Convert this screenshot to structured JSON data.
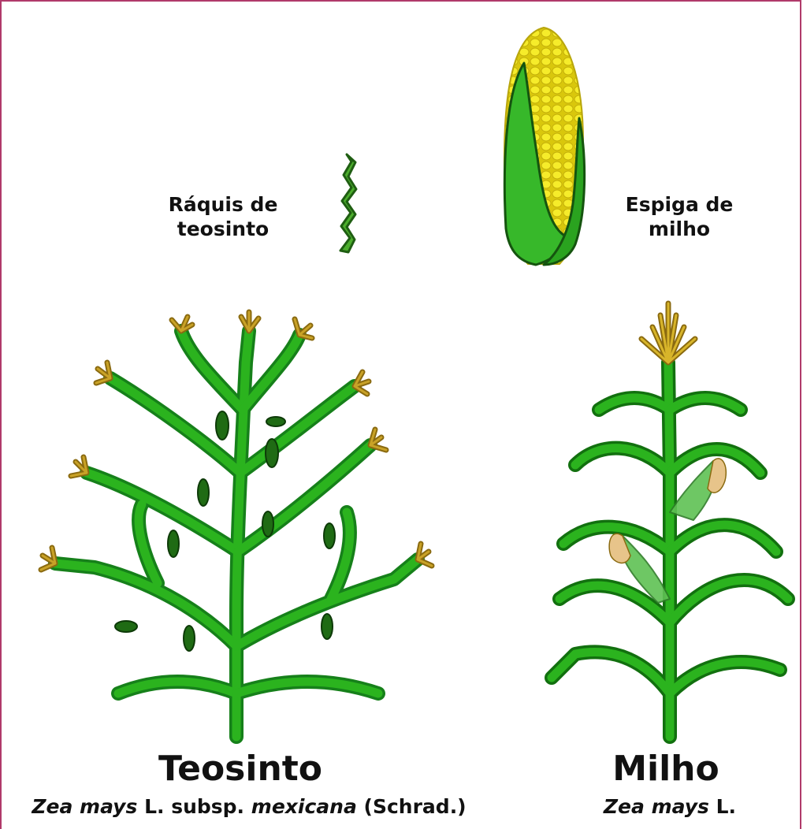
{
  "teosinto": {
    "rachis_label_1": "Ráquis de",
    "rachis_label_2": "teosinto",
    "title": "Teosinto",
    "sci_genus_species": "Zea mays",
    "sci_authority": "L. subsp.",
    "sci_subspecies": "mexicana",
    "sci_author2": "(Schrad.)"
  },
  "milho": {
    "ear_label_1": "Espiga de",
    "ear_label_2": "milho",
    "title": "Milho",
    "sci_genus_species": "Zea mays",
    "sci_authority": "L."
  },
  "colors": {
    "frame": "#b03a6a",
    "leaf": "#22a31c",
    "leaf_dark": "#12700f",
    "tassel": "#c9a227",
    "kernel": "#f3e51a",
    "husk": "#36b52b"
  }
}
